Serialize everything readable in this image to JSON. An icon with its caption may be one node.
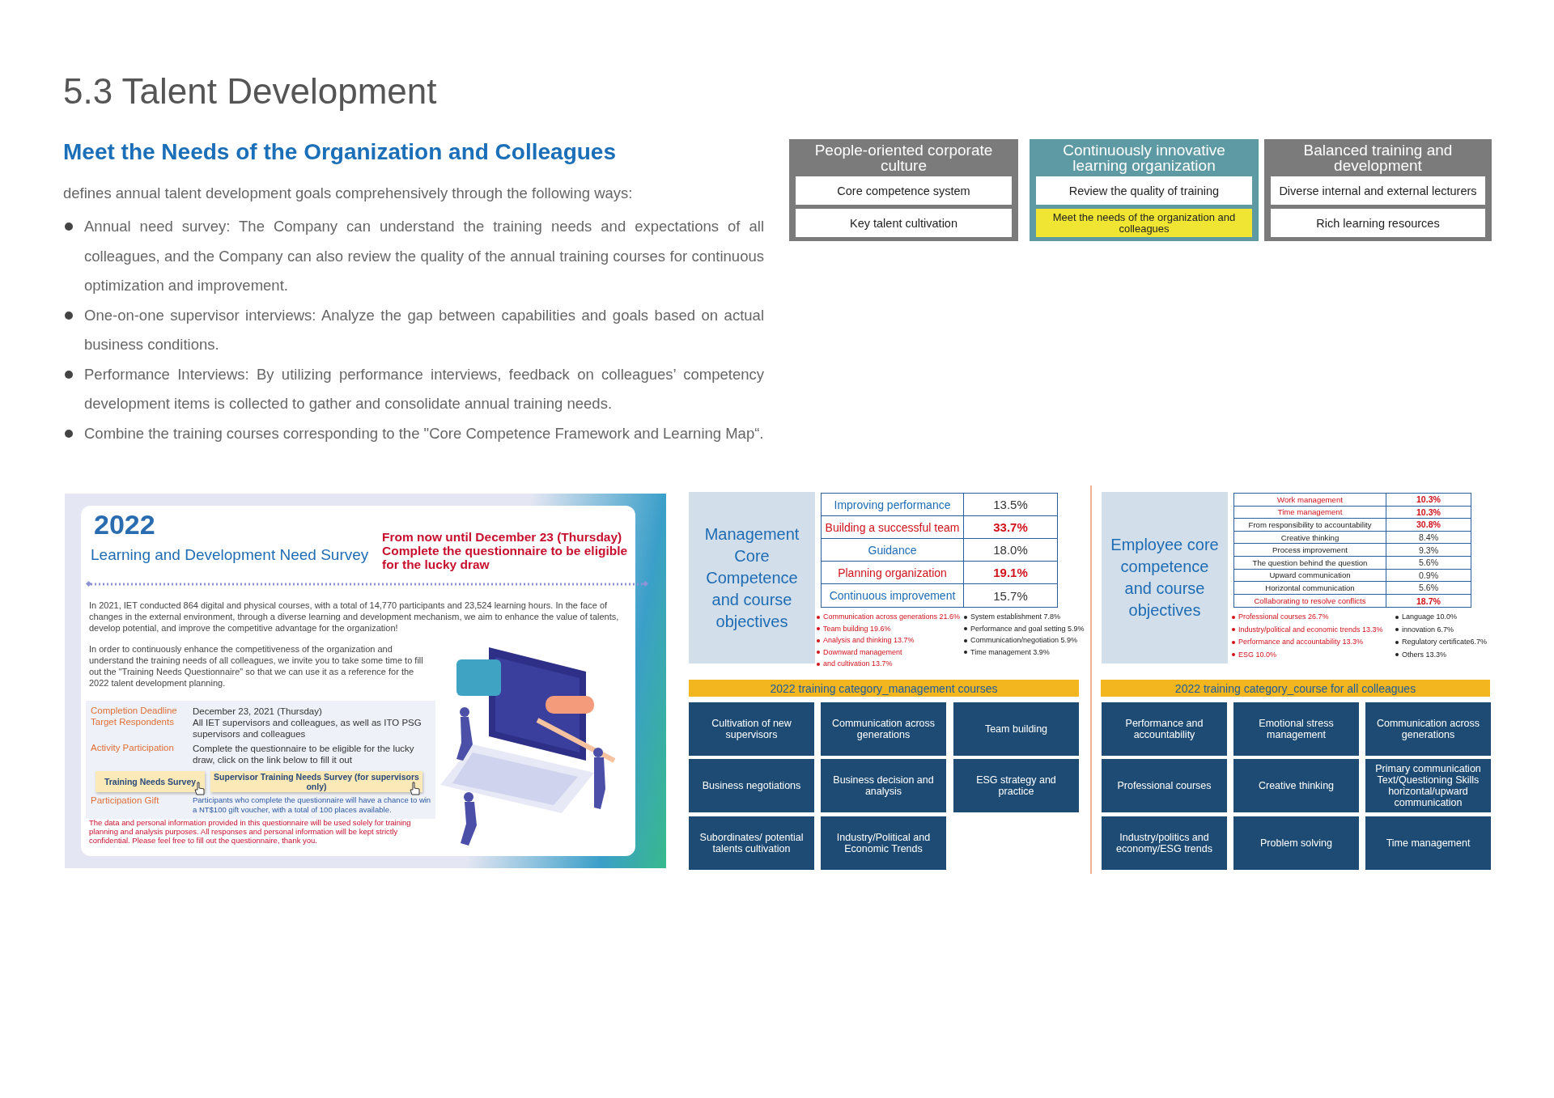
{
  "diagram": {
    "title": "5.3 Talent Development",
    "nodes": [
      {
        "text": [
          "People-oriented corporate culture"
        ]
      },
      {
        "text": [
          "Core competence system"
        ],
        "in": 0
      },
      {
        "text": [
          "Key talent cultivation"
        ],
        "in": 0
      },
      {
        "text": [
          "Continuously innovative learning organization"
        ]
      },
      {
        "text": [
          "Review the quality of training"
        ],
        "in": 3
      },
      {
        "text": [
          "Meet the needs of the organization and colleagues"
        ],
        "in": 3
      },
      {
        "text": [
          "Balanced training and development"
        ]
      },
      {
        "text": [
          "Diverse internal and external lecturers"
        ],
        "in": 6
      },
      {
        "text": [
          "Rich learning resources"
        ],
        "in": 6
      },
      {
        "text": [
          "2022",
          "Learning and Development Need Survey",
          "From now until December 23 (Thursday) Complete the questionnaire to be eligible for the lucky draw",
          "In 2021, IET conducted 864 digital and physical courses, with a total of 14,770 participants and 23,524 learning hours. In the face of changes in the external environment, through a diverse learning and development mechanism, we aim to enhance the value of talents, develop potential, and improve the competitive advantage for the organization!",
          "In order to continuously enhance the competitiveness of the organization and understand the training needs of all colleagues, we invite you to take some time to fill out the \"Training Needs Questionnaire\" so that we can use it as a reference for the 2022 talent development planning.",
          "The data and personal information provided in this questionnaire will be used solely for training planning and analysis purposes. All responses and personal information will be kept strictly confidential. Please feel free to fill out the questionnaire, thank you."
        ]
      },
      {
        "text": [
          "Completion Deadline",
          "December 23, 2021 (Thursday)",
          "Target Respondents",
          "All IET supervisors and colleagues, as well as ITO PSG supervisors and colleagues",
          "Activity Participation",
          "Complete the questionnaire to be eligible for the lucky draw, click on the link below to fill it out",
          "Participation Gift",
          "Participants who complete the questionnaire will have a chance to win a NT$100 gift voucher, with a total of 100 places available."
        ],
        "in": 9
      },
      {
        "text": [
          "Training Needs Survey"
        ],
        "in": 10
      },
      {
        "text": [
          "Supervisor Training Needs Survey (for supervisors only)"
        ],
        "in": 10
      },
      {
        "text": [
          "Management Core Competence and course objectives"
        ]
      },
      {
        "text": [
          "Employee core competence and course objectives"
        ]
      },
      {
        "text": [
          "2022 training category_management courses"
        ]
      },
      {
        "text": [
          "Cultivation of new supervisors"
        ]
      },
      {
        "text": [
          "Communication across generations"
        ]
      },
      {
        "text": [
          "Team building"
        ]
      },
      {
        "text": [
          "Business negotiations"
        ]
      },
      {
        "text": [
          "Business decision and analysis"
        ]
      },
      {
        "text": [
          "ESG strategy and practice"
        ]
      },
      {
        "text": [
          "Subordinates/ potential talents cultivation"
        ]
      },
      {
        "text": [
          "Industry/Political and Economic Trends"
        ]
      },
      {
        "text": [
          "2022 training category_course for all colleagues"
        ]
      },
      {
        "text": [
          "Performance and accountability"
        ]
      },
      {
        "text": [
          "Emotional stress management"
        ]
      },
      {
        "text": [
          "Communication across generations"
        ]
      },
      {
        "text": [
          "Professional courses"
        ]
      },
      {
        "text": [
          "Creative thinking"
        ]
      },
      {
        "text": [
          "Primary communication Text/Questioning Skills horizontal/upward communication"
        ]
      },
      {
        "text": [
          "Industry/politics and economy/ESG trends"
        ]
      },
      {
        "text": [
          "Problem solving"
        ]
      },
      {
        "text": [
          "Time management"
        ]
      }
    ],
    "labels": [
      "Meet the Needs of the Organization and Colleagues",
      "defines annual talent development goals comprehensively through the following ways:",
      "Annual need survey: The Company can understand the training needs and expectations of all colleagues, and the Company can also review the quality of the annual training courses for continuous optimization and improvement.",
      "One-on-one supervisor interviews: Analyze the gap between capabilities and goals based on actual business conditions.",
      "Performance Interviews: By utilizing performance interviews, feedback on colleagues’ competency development items is collected to gather and consolidate annual training needs.",
      "Combine the training courses corresponding to the \"Core Competence Framework and Learning Map“.",
      "Improving performance",
      "13.5%",
      "Building a successful team",
      "33.7%",
      "Guidance",
      "18.0%",
      "Planning organization",
      "19.1%",
      "Continuous improvement",
      "15.7%",
      "Communication across generations 21.6%",
      "Team building 19.6%",
      "Analysis and thinking 13.7%",
      "Downward management",
      "and cultivation 13.7%",
      "System establishment 7.8%",
      "Performance and goal setting 5.9%",
      "Communication/negotiation 5.9%",
      "Time management 3.9%",
      "Work management",
      "10.3%",
      "Time management",
      "10.3%",
      "From responsibility to accountability",
      "30.8%",
      "Creative thinking",
      "8.4%",
      "Process improvement",
      "9.3%",
      "The question behind the question",
      "5.6%",
      "Upward communication",
      "0.9%",
      "Horizontal communication",
      "5.6%",
      "Collaborating to resolve conflicts",
      "18.7%",
      "Professional courses 26.7%",
      "Industry/political and economic trends 13.3%",
      "Performance and accountability 13.3%",
      "ESG 10.0%",
      "Language 10.0%",
      "innovation 6.7%",
      "Regulatory certificate6.7%",
      "Others 13.3%"
    ]
  }
}
